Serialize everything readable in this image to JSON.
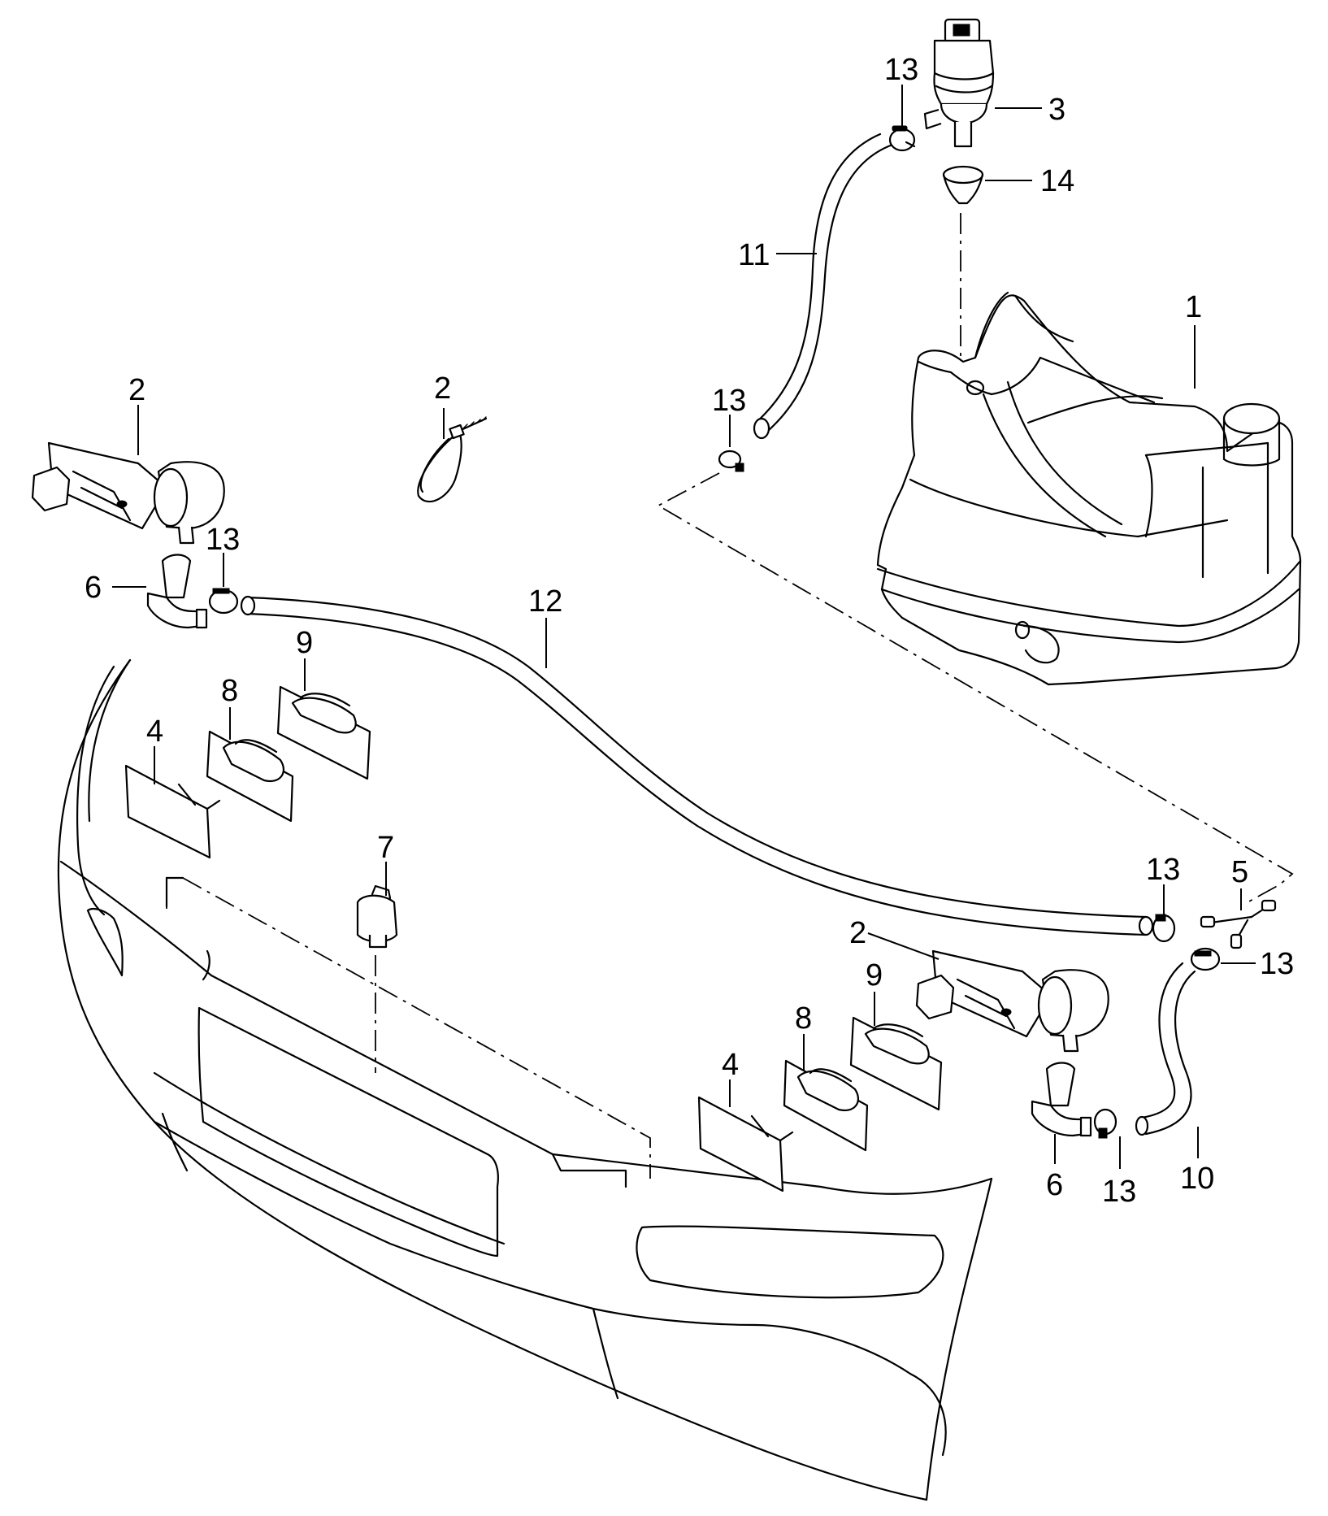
{
  "diagram": {
    "callouts": [
      {
        "id": "c1",
        "text": "1"
      },
      {
        "id": "c2a",
        "text": "2"
      },
      {
        "id": "c2b",
        "text": "2"
      },
      {
        "id": "c2c",
        "text": "2"
      },
      {
        "id": "c3",
        "text": "3"
      },
      {
        "id": "c4a",
        "text": "4"
      },
      {
        "id": "c4b",
        "text": "4"
      },
      {
        "id": "c5",
        "text": "5"
      },
      {
        "id": "c6a",
        "text": "6"
      },
      {
        "id": "c6b",
        "text": "6"
      },
      {
        "id": "c7",
        "text": "7"
      },
      {
        "id": "c8a",
        "text": "8"
      },
      {
        "id": "c8b",
        "text": "8"
      },
      {
        "id": "c9a",
        "text": "9"
      },
      {
        "id": "c9b",
        "text": "9"
      },
      {
        "id": "c10",
        "text": "10"
      },
      {
        "id": "c11",
        "text": "11"
      },
      {
        "id": "c12",
        "text": "12"
      },
      {
        "id": "c13a",
        "text": "13"
      },
      {
        "id": "c13b",
        "text": "13"
      },
      {
        "id": "c13c",
        "text": "13"
      },
      {
        "id": "c13d",
        "text": "13"
      },
      {
        "id": "c13e",
        "text": "13"
      },
      {
        "id": "c13f",
        "text": "13"
      },
      {
        "id": "c14",
        "text": "14"
      }
    ]
  }
}
